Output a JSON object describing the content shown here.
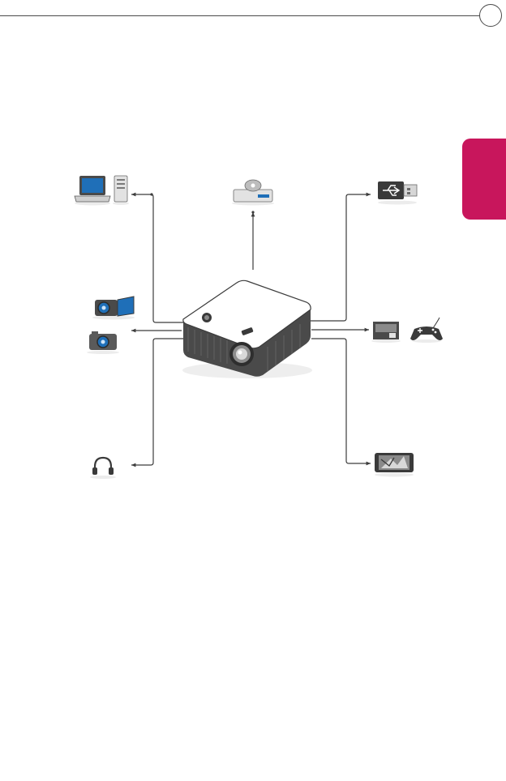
{
  "page": {
    "tab_label": "",
    "colors": {
      "tab": "#c8165c",
      "line": "#3c3c3c",
      "icon_dark": "#3a3a3a",
      "icon_mid": "#8a8a8a",
      "icon_light": "#e8e8e8",
      "accent_blue": "#1f6fb8"
    }
  },
  "diagram": {
    "center_device": "projector-icon",
    "devices": [
      {
        "id": "pc",
        "icons": [
          "laptop-icon",
          "desktop-tower-icon"
        ]
      },
      {
        "id": "player",
        "icons": [
          "disc-player-icon"
        ]
      },
      {
        "id": "usb",
        "icons": [
          "usb-drive-icon"
        ]
      },
      {
        "id": "camera",
        "icons": [
          "camcorder-icon",
          "digital-camera-icon"
        ]
      },
      {
        "id": "av",
        "icons": [
          "set-top-box-icon",
          "game-controller-icon"
        ]
      },
      {
        "id": "audio",
        "icons": [
          "headphones-icon"
        ]
      },
      {
        "id": "mobile",
        "icons": [
          "smartphone-icon"
        ]
      }
    ]
  }
}
